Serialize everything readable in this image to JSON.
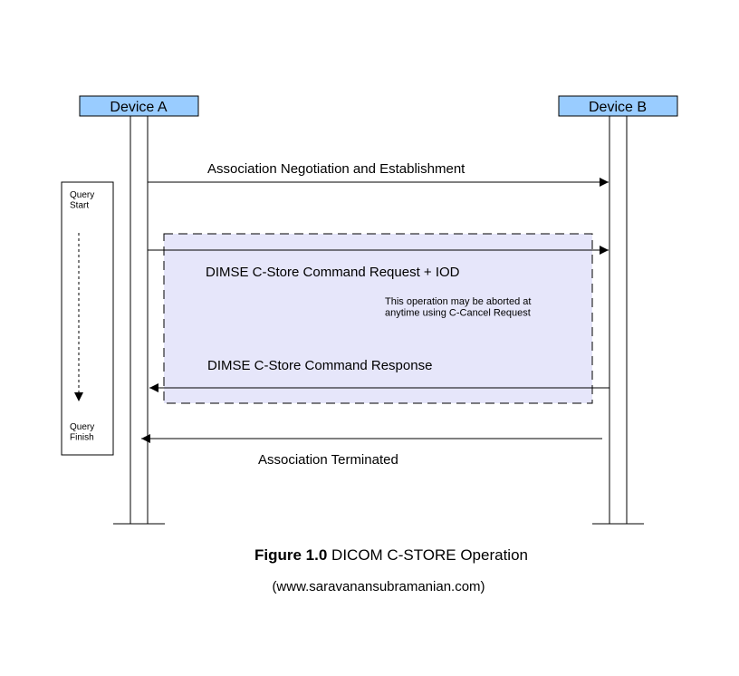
{
  "devices": {
    "a": {
      "label": "Device A"
    },
    "b": {
      "label": "Device B"
    }
  },
  "colors": {
    "device_box": "#99ccff",
    "operation_region": "#e6e6fa",
    "line": "#000000"
  },
  "query_bar": {
    "start": "Query\nStart",
    "finish": "Query\nFinish"
  },
  "messages": {
    "association": "Association Negotiation and Establishment",
    "request": "DIMSE C-Store Command Request +  IOD",
    "note": "This operation may be aborted at\nanytime using C-Cancel Request",
    "response": "DIMSE C-Store Command Response",
    "terminated": "Association Terminated"
  },
  "caption": {
    "bold": "Figure 1.0",
    "text": " DICOM C-STORE Operation",
    "source": "(www.saravanansubramanian.com)"
  }
}
